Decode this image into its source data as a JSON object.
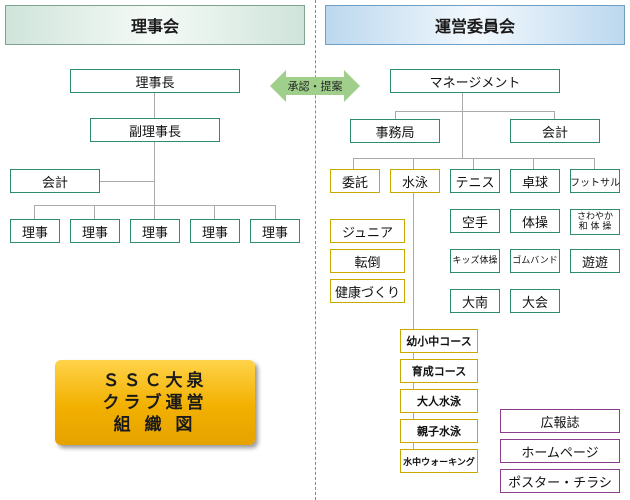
{
  "left_panel": {
    "title": "理事会",
    "chairman": "理事長",
    "vice_chairman": "副理事長",
    "treasurer": "会計",
    "directors": [
      "理事",
      "理事",
      "理事",
      "理事",
      "理事"
    ]
  },
  "right_panel": {
    "title": "運営委員会",
    "management": "マネージメント",
    "secretariat": "事務局",
    "treasurer": "会計",
    "top_row": [
      "委託",
      "水泳",
      "テニス",
      "卓球",
      "フットサル"
    ],
    "consignment_items": [
      "ジュニア",
      "転倒",
      "健康づくり"
    ],
    "swimming_courses": [
      "幼小中コース",
      "育成コース",
      "大人水泳",
      "親子水泳",
      "水中ウォーキング"
    ],
    "tennis_col": [
      "空手",
      "キッズ体操",
      "大南"
    ],
    "table_tennis_col": [
      "体操",
      "ゴムバンド",
      "大会"
    ],
    "futsal_col": [
      "さわやか\n和 体 操",
      "遊遊"
    ],
    "pr_items": [
      "広報誌",
      "ホームページ",
      "ポスター・チラシ"
    ]
  },
  "connector": {
    "label": "承認・提案"
  },
  "club_title": {
    "line1": "ＳＳＣ大泉",
    "line2": "クラブ運営",
    "line3": "組 織 図"
  },
  "colors": {
    "teal_border": "#2e8b6e",
    "gold_border": "#c9a800",
    "purple_border": "#8a3d8a",
    "arrow_green": "#9fcf8a",
    "title_gold": "#f2b000"
  }
}
